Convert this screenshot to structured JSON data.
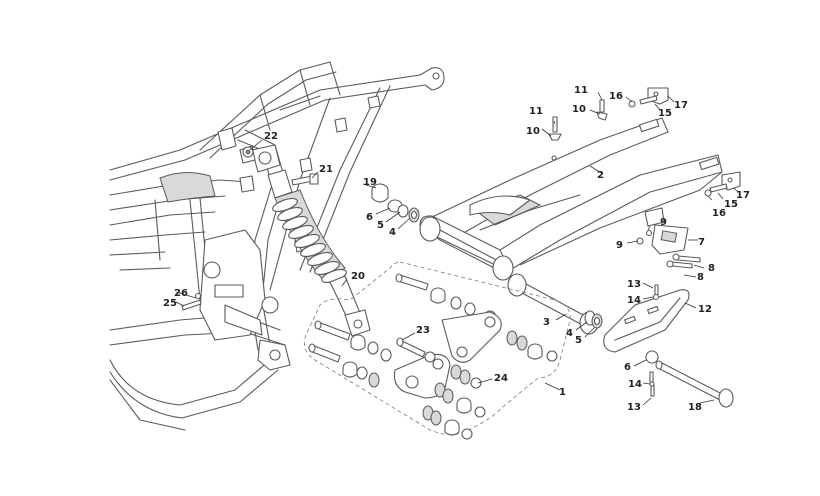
{
  "callouts": {
    "c1": "1",
    "c2": "2",
    "c3": "3",
    "c4a": "4",
    "c4b": "4",
    "c5a": "5",
    "c5b": "5",
    "c6a": "6",
    "c6b": "6",
    "c7": "7",
    "c8a": "8",
    "c8b": "8",
    "c9a": "9",
    "c9b": "9",
    "c10a": "10",
    "c10b": "10",
    "c11a": "11",
    "c11b": "11",
    "c12": "12",
    "c13a": "13",
    "c13b": "13",
    "c14a": "14",
    "c14b": "14",
    "c15a": "15",
    "c15b": "15",
    "c16a": "16",
    "c16b": "16",
    "c17a": "17",
    "c17b": "17",
    "c18": "18",
    "c19": "19",
    "c20": "20",
    "c21": "21",
    "c22": "22",
    "c23": "23",
    "c24": "24",
    "c25": "25",
    "c26": "26"
  }
}
